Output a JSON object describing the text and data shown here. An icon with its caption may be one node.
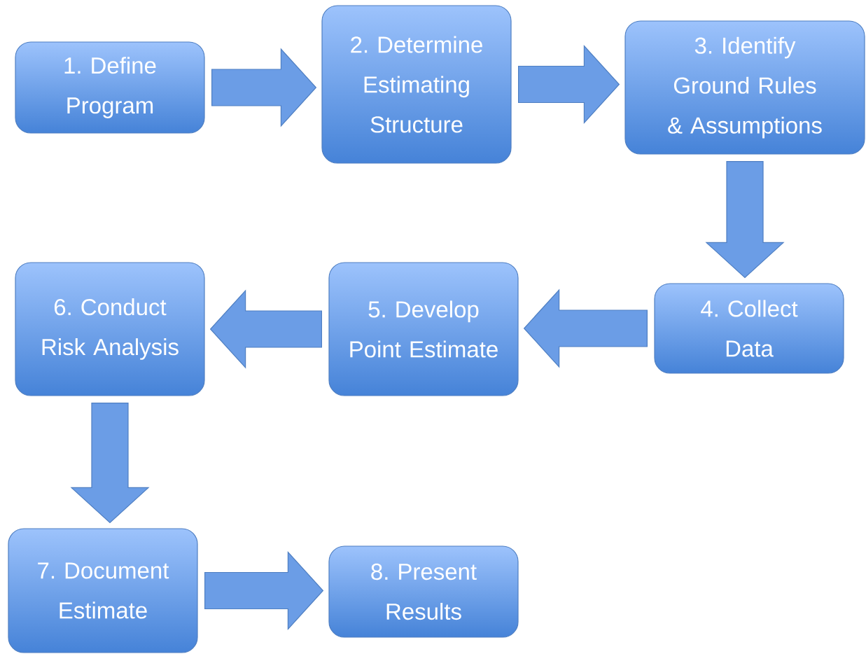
{
  "diagram": {
    "nodes": [
      {
        "text": [
          "1. Define Program"
        ]
      },
      {
        "text": [
          "2. Determine Estimating Structure"
        ]
      },
      {
        "text": [
          "3. Identify Ground Rules & Assumptions"
        ]
      },
      {
        "text": [
          "4. Collect Data"
        ]
      },
      {
        "text": [
          "5. Develop Point Estimate"
        ]
      },
      {
        "text": [
          "6. Conduct Risk Analysis"
        ]
      },
      {
        "text": [
          "7. Document Estimate"
        ]
      },
      {
        "text": [
          "8. Present Results"
        ]
      }
    ],
    "edges": [
      {
        "from": 0,
        "to": 1,
        "arrow": "to"
      },
      {
        "from": 1,
        "to": 2,
        "arrow": "to"
      },
      {
        "from": 2,
        "to": 3,
        "arrow": "to"
      },
      {
        "from": 3,
        "to": 4,
        "arrow": "to"
      },
      {
        "from": 4,
        "to": 5,
        "arrow": "to"
      },
      {
        "from": 5,
        "to": 6,
        "arrow": "to"
      },
      {
        "from": 6,
        "to": 7,
        "arrow": "to"
      }
    ]
  }
}
